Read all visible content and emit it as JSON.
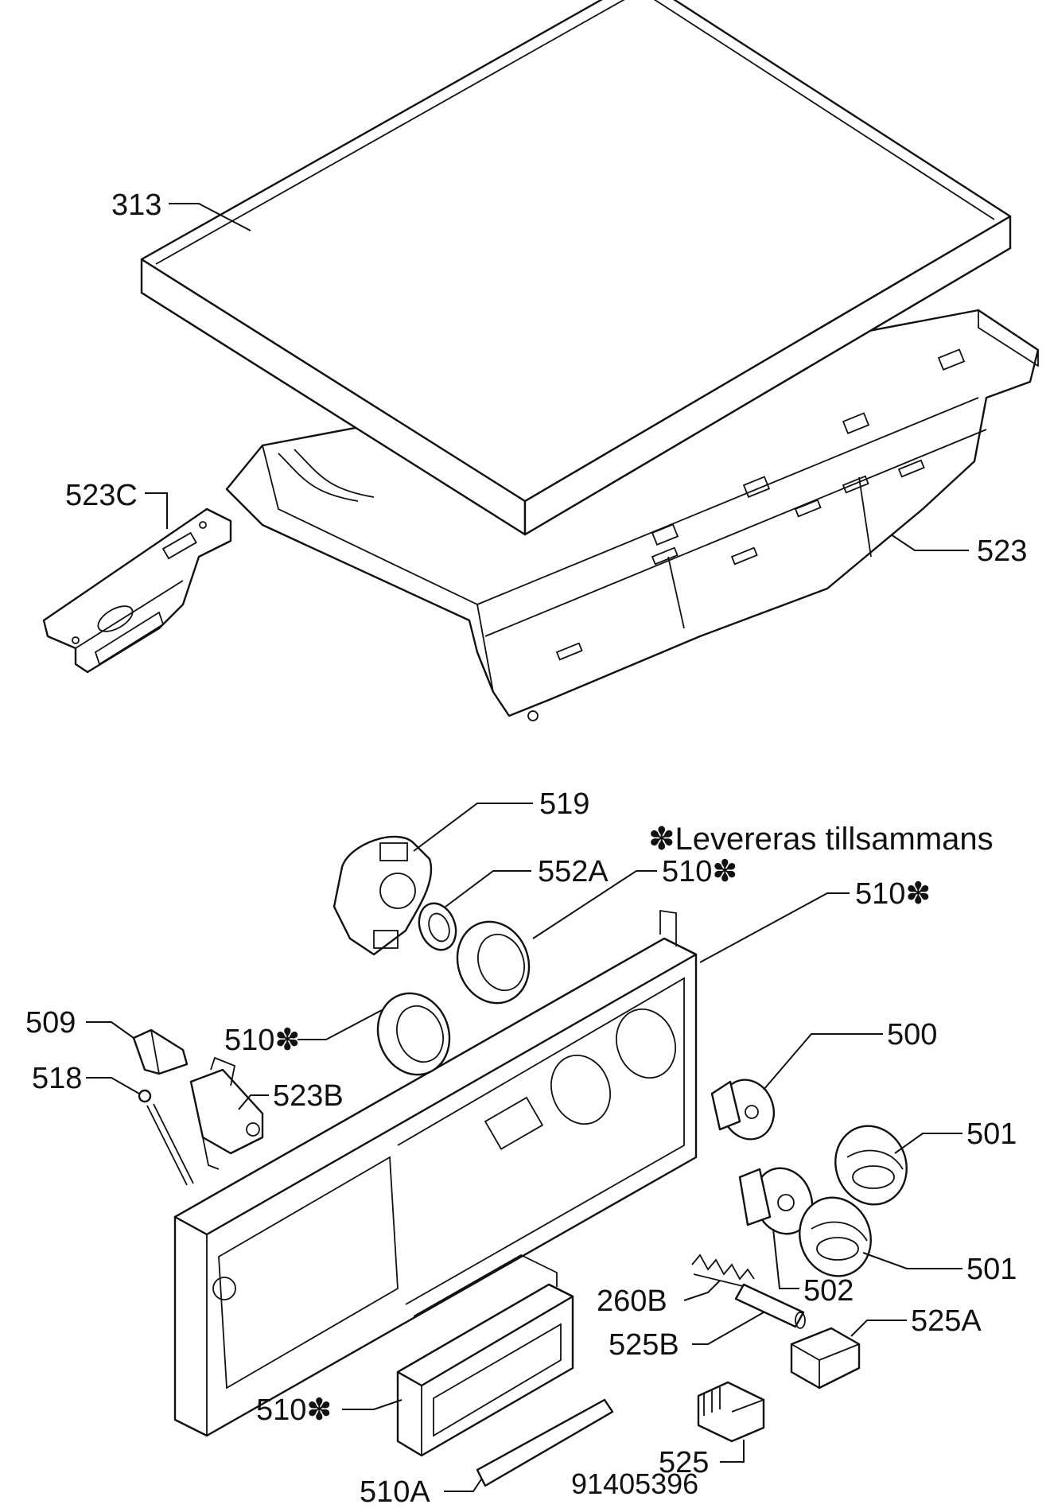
{
  "diagram": {
    "note": "✽Levereras tillsammans",
    "drawing_number": "91405396",
    "labels": {
      "l313": "313",
      "l523C": "523C",
      "l523": "523",
      "l519": "519",
      "l552A": "552A",
      "l510_a": "510✽",
      "l510_b": "510✽",
      "l510_c": "510✽",
      "l510_d": "510✽",
      "l509": "509",
      "l518": "518",
      "l523B": "523B",
      "l500": "500",
      "l501_a": "501",
      "l501_b": "501",
      "l502": "502",
      "l260B": "260B",
      "l525B": "525B",
      "l525A": "525A",
      "l525": "525",
      "l510A": "510A"
    }
  }
}
